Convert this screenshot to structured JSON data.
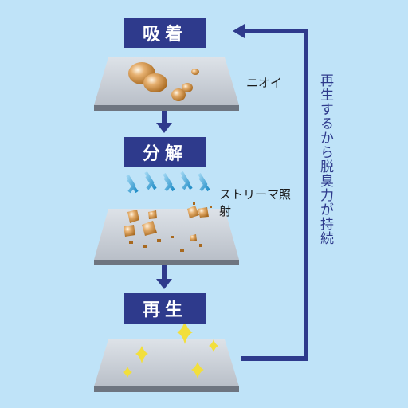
{
  "steps": [
    {
      "label": "吸着",
      "note": "ニオイ"
    },
    {
      "label": "分解",
      "note": "ストリーマ照射"
    },
    {
      "label": "再生",
      "note": ""
    }
  ],
  "cycle_text": "再生するから脱臭力が持続",
  "colors": {
    "background": "#bfe3f8",
    "label_box": "#2e3a8c",
    "arrow": "#2e3a8c",
    "plate_top": "#d0d5dc",
    "plate_side": "#6e7580",
    "odor": "#c8873a",
    "streamer": "#3aa4d8",
    "sparkle": "#f2df3c"
  }
}
